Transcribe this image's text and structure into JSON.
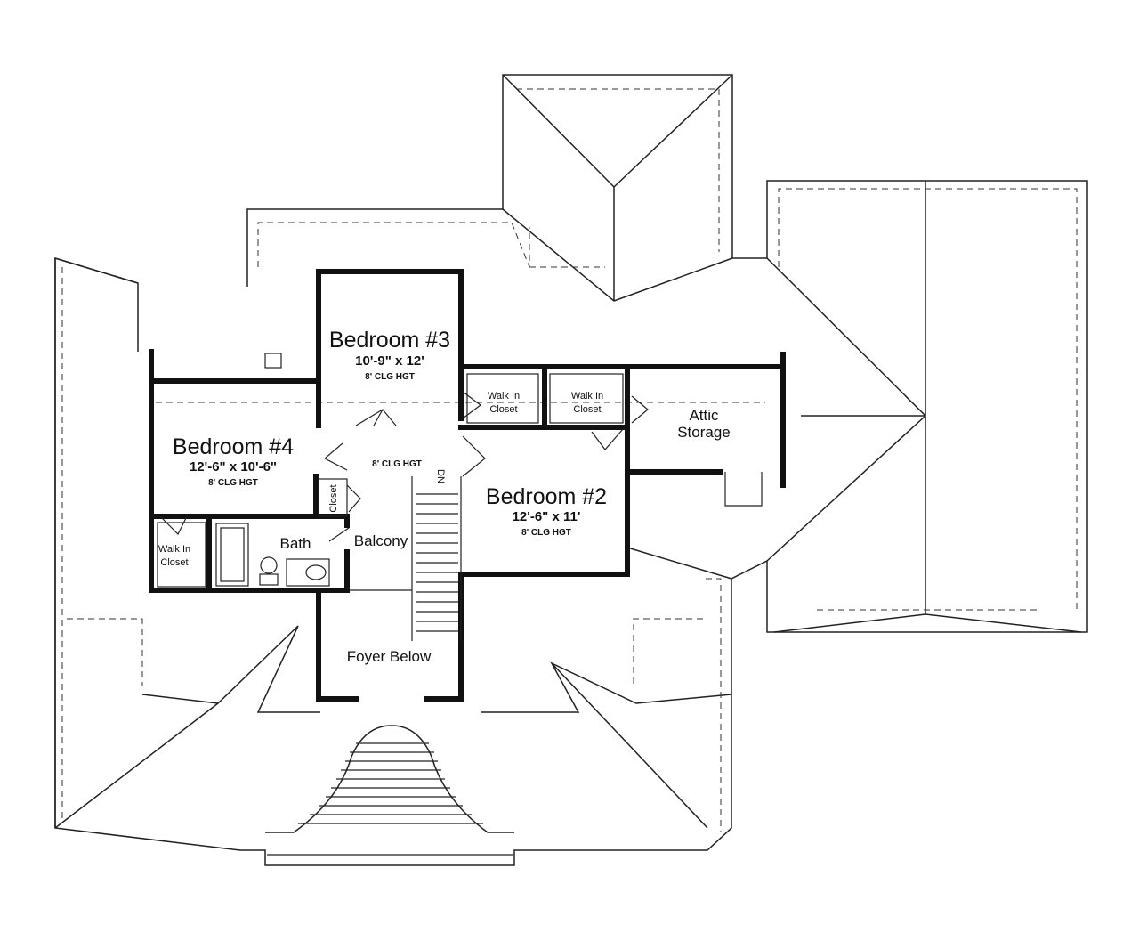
{
  "rooms": {
    "bedroom3": {
      "name": "Bedroom #3",
      "dims": "10'-9\" x 12'",
      "ceiling": "8' CLG HGT"
    },
    "bedroom4": {
      "name": "Bedroom #4",
      "dims": "12'-6\" x 10'-6\"",
      "ceiling": "8' CLG HGT"
    },
    "bedroom2": {
      "name": "Bedroom #2",
      "dims": "12'-6\" x 11'",
      "ceiling": "8' CLG HGT"
    },
    "hall_ceiling": "8' CLG HGT",
    "walk_in_closet_line1": "Walk In",
    "walk_in_closet_line2": "Closet",
    "attic_line1": "Attic",
    "attic_line2": "Storage",
    "closet": "Closet",
    "bath": "Bath",
    "balcony": "Balcony",
    "foyer_below": "Foyer Below",
    "stair_direction": "DN"
  }
}
